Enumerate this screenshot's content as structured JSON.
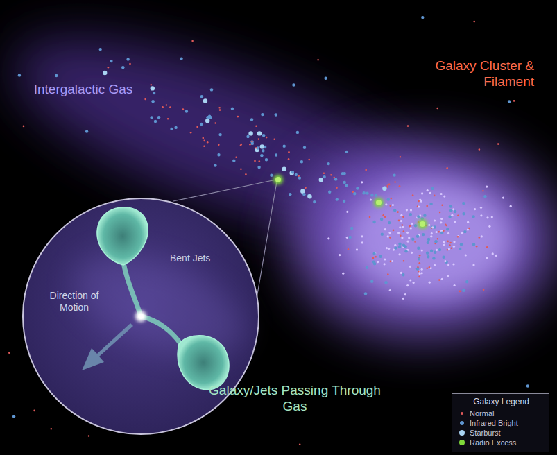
{
  "diagram": {
    "nodes": [
      {
        "text": [
          "Bent Jets",
          "Direction of Motion"
        ]
      }
    ],
    "labels": [
      "Intergalactic Gas",
      "Galaxy Cluster & Filament",
      "Galaxy/Jets Passing Through Gas",
      "Galaxy Legend"
    ],
    "legend": [
      {
        "text": "Normal",
        "color": "#e05a5a"
      },
      {
        "text": "Infrared Bright",
        "color": "#5f95d0"
      },
      {
        "text": "Starburst",
        "color": "#a9d3f2"
      },
      {
        "text": "Radio Excess",
        "color": "#7fd93a"
      }
    ]
  }
}
